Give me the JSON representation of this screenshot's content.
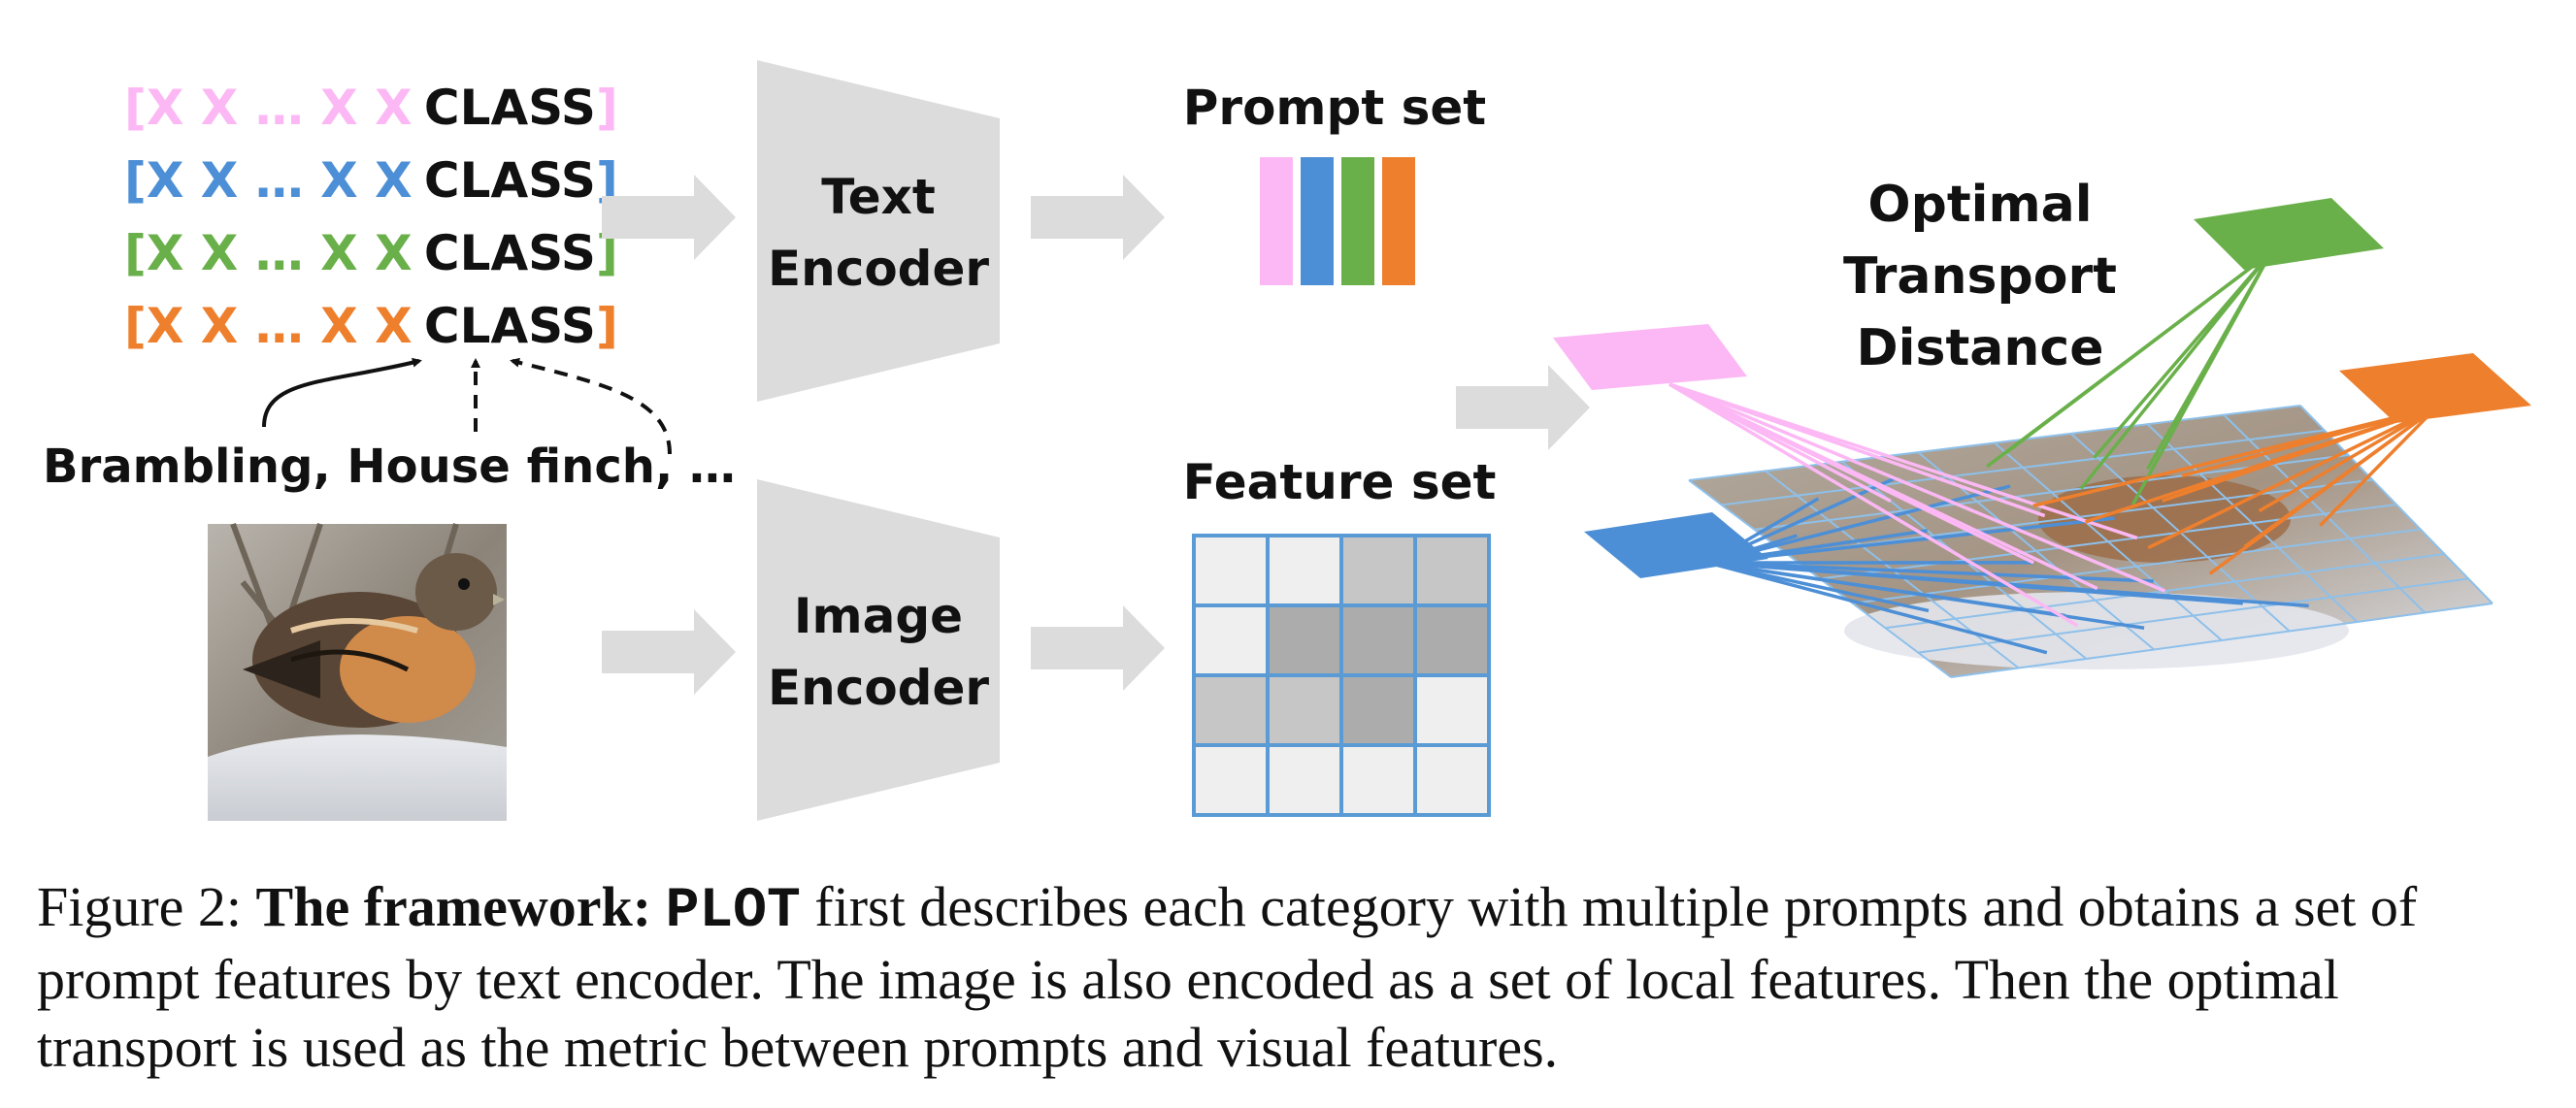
{
  "colors": {
    "pink": "#fcb8f4",
    "blue": "#4d8fd6",
    "green": "#6ab04a",
    "orange": "#ee7f2d",
    "encoder_gray": "#dcdcdc",
    "arrow_gray": "#dcdcdc",
    "grid_blue": "#5b9bd5",
    "cell_light": "#efefef",
    "cell_mid": "#c6c6c6",
    "cell_dark": "#acacac"
  },
  "prompt_rows": [
    {
      "color": "pink",
      "tokens": "[X X … X X",
      "class_label": "CLASS",
      "close": "]"
    },
    {
      "color": "blue",
      "tokens": "[X X … X X",
      "class_label": "CLASS",
      "close": "]"
    },
    {
      "color": "green",
      "tokens": "[X X … X X",
      "class_label": "CLASS",
      "close": "]"
    },
    {
      "color": "orange",
      "tokens": "[X X … X X",
      "class_label": "CLASS",
      "close": "]"
    }
  ],
  "class_names": "Brambling, House finch, …",
  "text_encoder": {
    "line1": "Text",
    "line2": "Encoder"
  },
  "image_encoder": {
    "line1": "Image",
    "line2": "Encoder"
  },
  "prompt_set_title": "Prompt set",
  "feature_set_title": "Feature set",
  "ot_title": {
    "line1": "Optimal",
    "line2": "Transport",
    "line3": "Distance"
  },
  "bird_image_icon": "bird-photo",
  "feature_grid_shading": [
    [
      "light",
      "light",
      "mid",
      "mid"
    ],
    [
      "light",
      "dark",
      "dark",
      "dark"
    ],
    [
      "mid",
      "mid",
      "dark",
      "light"
    ],
    [
      "light",
      "light",
      "light",
      "light"
    ]
  ],
  "caption": {
    "figure_label": "Figure 2:",
    "bold_phrase": "The framework:",
    "method_name": "PLOT",
    "text": "first describes each category with multiple prompts and obtains a set of prompt features by text encoder. The image is also encoded as a set of local features. Then the optimal transport is used as the metric between prompts and visual features."
  }
}
